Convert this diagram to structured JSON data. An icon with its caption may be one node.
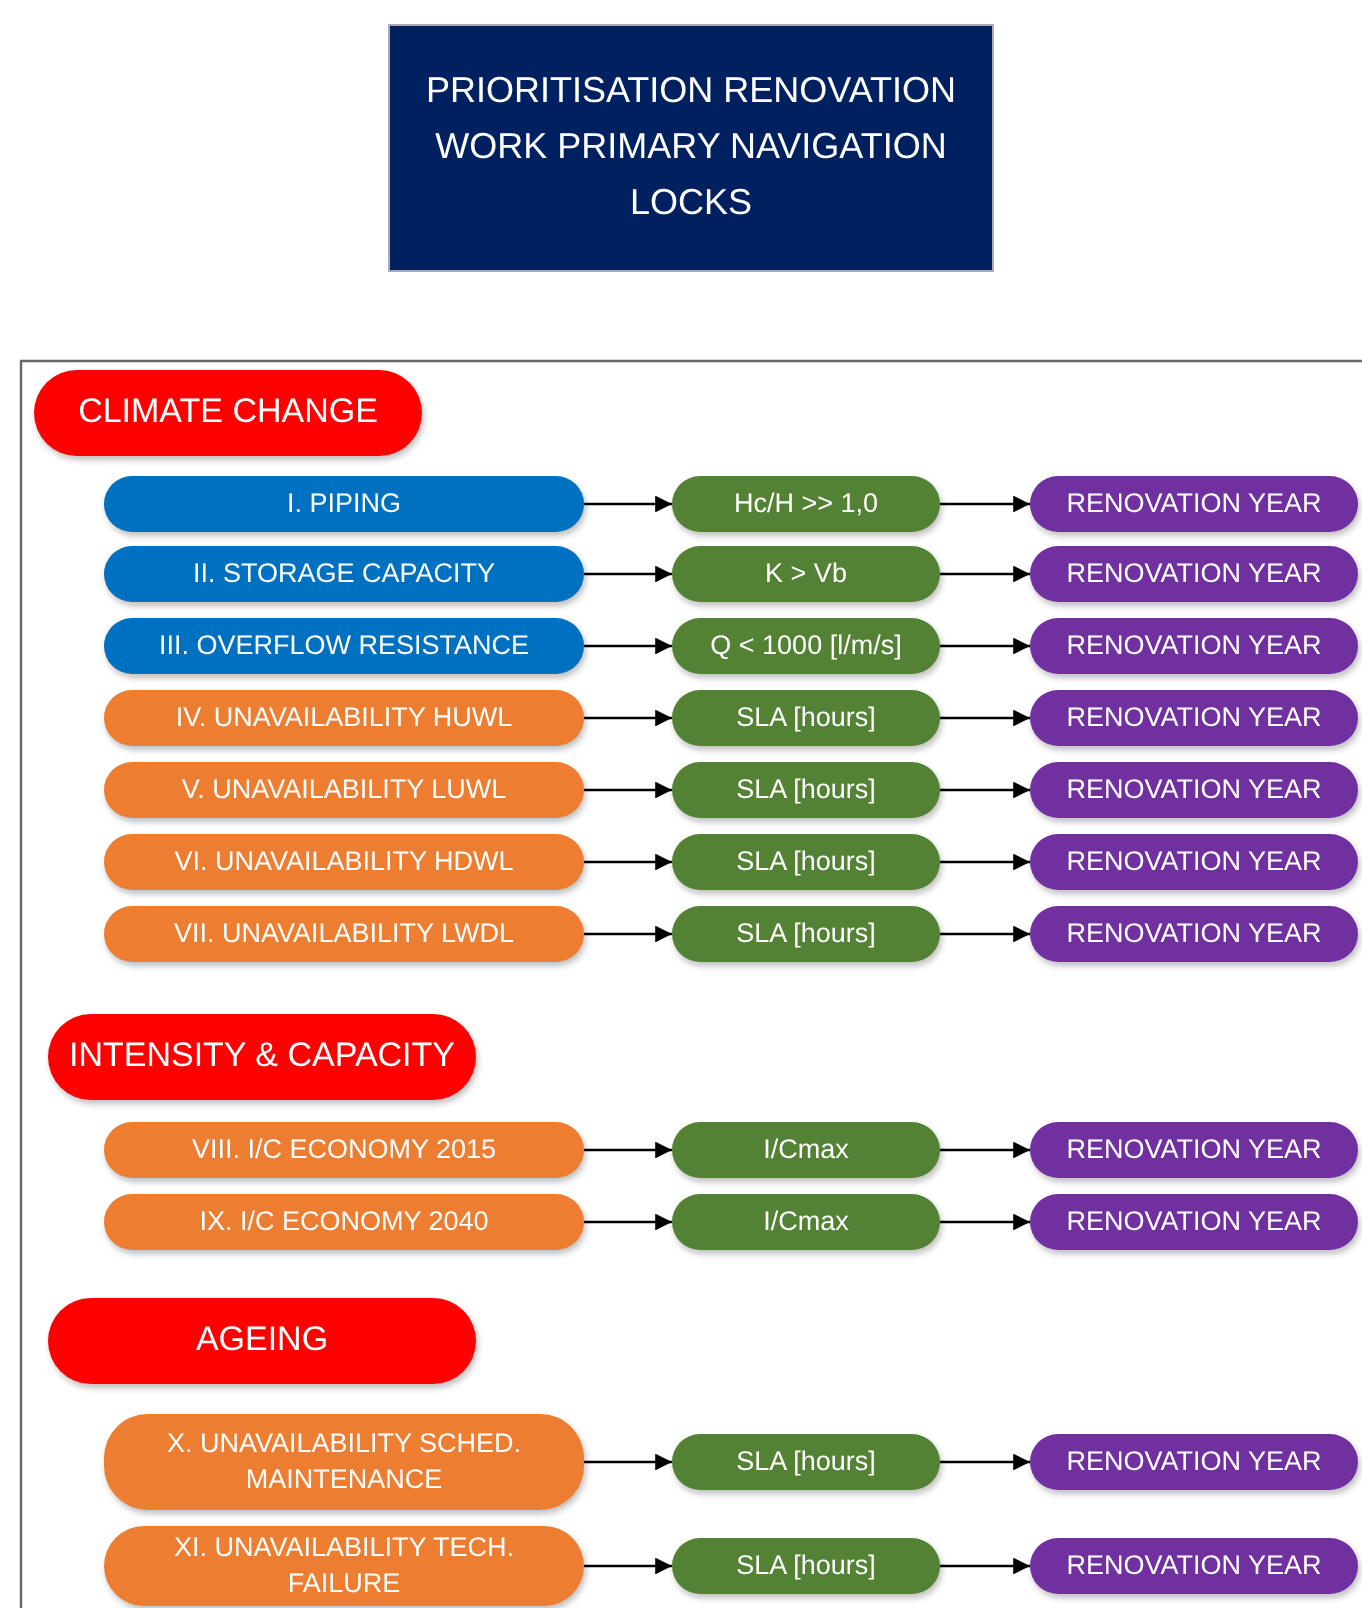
{
  "diagram": {
    "title": "PRIORITISATION RENOVATION WORK PRIMARY NAVIGATION LOCKS",
    "nodes": [
      {
        "text": [
          "CLIMATE CHANGE"
        ]
      },
      {
        "text": [
          "I. PIPING"
        ]
      },
      {
        "text": [
          "Hc/H >> 1,0"
        ]
      },
      {
        "text": [
          "RENOVATION YEAR"
        ]
      },
      {
        "text": [
          "II. STORAGE CAPACITY"
        ]
      },
      {
        "text": [
          "K > Vb"
        ]
      },
      {
        "text": [
          "RENOVATION YEAR"
        ]
      },
      {
        "text": [
          "III. OVERFLOW RESISTANCE"
        ]
      },
      {
        "text": [
          "Q < 1000 [l/m/s]"
        ]
      },
      {
        "text": [
          "RENOVATION YEAR"
        ]
      },
      {
        "text": [
          "IV. UNAVAILABILITY HUWL"
        ]
      },
      {
        "text": [
          "SLA [hours]"
        ]
      },
      {
        "text": [
          "RENOVATION YEAR"
        ]
      },
      {
        "text": [
          "V. UNAVAILABILITY LUWL"
        ]
      },
      {
        "text": [
          "SLA [hours]"
        ]
      },
      {
        "text": [
          "RENOVATION YEAR"
        ]
      },
      {
        "text": [
          "VI. UNAVAILABILITY HDWL"
        ]
      },
      {
        "text": [
          "SLA [hours]"
        ]
      },
      {
        "text": [
          "RENOVATION YEAR"
        ]
      },
      {
        "text": [
          "VII. UNAVAILABILITY LWDL"
        ]
      },
      {
        "text": [
          "SLA [hours]"
        ]
      },
      {
        "text": [
          "RENOVATION YEAR"
        ]
      },
      {
        "text": [
          "INTENSITY & CAPACITY"
        ]
      },
      {
        "text": [
          "VIII. I/C ECONOMY 2015"
        ]
      },
      {
        "text": [
          "I/Cmax"
        ]
      },
      {
        "text": [
          "RENOVATION YEAR"
        ]
      },
      {
        "text": [
          "IX. I/C ECONOMY 2040"
        ]
      },
      {
        "text": [
          "I/Cmax"
        ]
      },
      {
        "text": [
          "RENOVATION YEAR"
        ]
      },
      {
        "text": [
          "AGEING"
        ]
      },
      {
        "text": [
          "X. UNAVAILABILITY SCHED. MAINTENANCE"
        ]
      },
      {
        "text": [
          "SLA [hours]"
        ]
      },
      {
        "text": [
          "RENOVATION YEAR"
        ]
      },
      {
        "text": [
          "XI. UNAVAILABILITY TECH. FAILURE"
        ]
      },
      {
        "text": [
          "SLA [hours]"
        ]
      },
      {
        "text": [
          "RENOVATION YEAR"
        ]
      }
    ],
    "edges": [
      {
        "from": 1,
        "to": 2,
        "arrow": "to"
      },
      {
        "from": 2,
        "to": 3,
        "arrow": "to"
      },
      {
        "from": 4,
        "to": 5,
        "arrow": "to"
      },
      {
        "from": 5,
        "to": 6,
        "arrow": "to"
      },
      {
        "from": 7,
        "to": 8,
        "arrow": "to"
      },
      {
        "from": 8,
        "to": 9,
        "arrow": "to"
      },
      {
        "from": 10,
        "to": 11,
        "arrow": "to"
      },
      {
        "from": 11,
        "to": 12,
        "arrow": "to"
      },
      {
        "from": 13,
        "to": 14,
        "arrow": "to"
      },
      {
        "from": 14,
        "to": 15,
        "arrow": "to"
      },
      {
        "from": 16,
        "to": 17,
        "arrow": "to"
      },
      {
        "from": 17,
        "to": 18,
        "arrow": "to"
      },
      {
        "from": 19,
        "to": 20,
        "arrow": "to"
      },
      {
        "from": 20,
        "to": 21,
        "arrow": "to"
      },
      {
        "from": 23,
        "to": 24,
        "arrow": "to"
      },
      {
        "from": 24,
        "to": 25,
        "arrow": "to"
      },
      {
        "from": 26,
        "to": 27,
        "arrow": "to"
      },
      {
        "from": 27,
        "to": 28,
        "arrow": "to"
      },
      {
        "from": 30,
        "to": 31,
        "arrow": "to"
      },
      {
        "from": 31,
        "to": 32,
        "arrow": "to"
      },
      {
        "from": 33,
        "to": 34,
        "arrow": "to"
      },
      {
        "from": 34,
        "to": 35,
        "arrow": "to"
      }
    ]
  }
}
